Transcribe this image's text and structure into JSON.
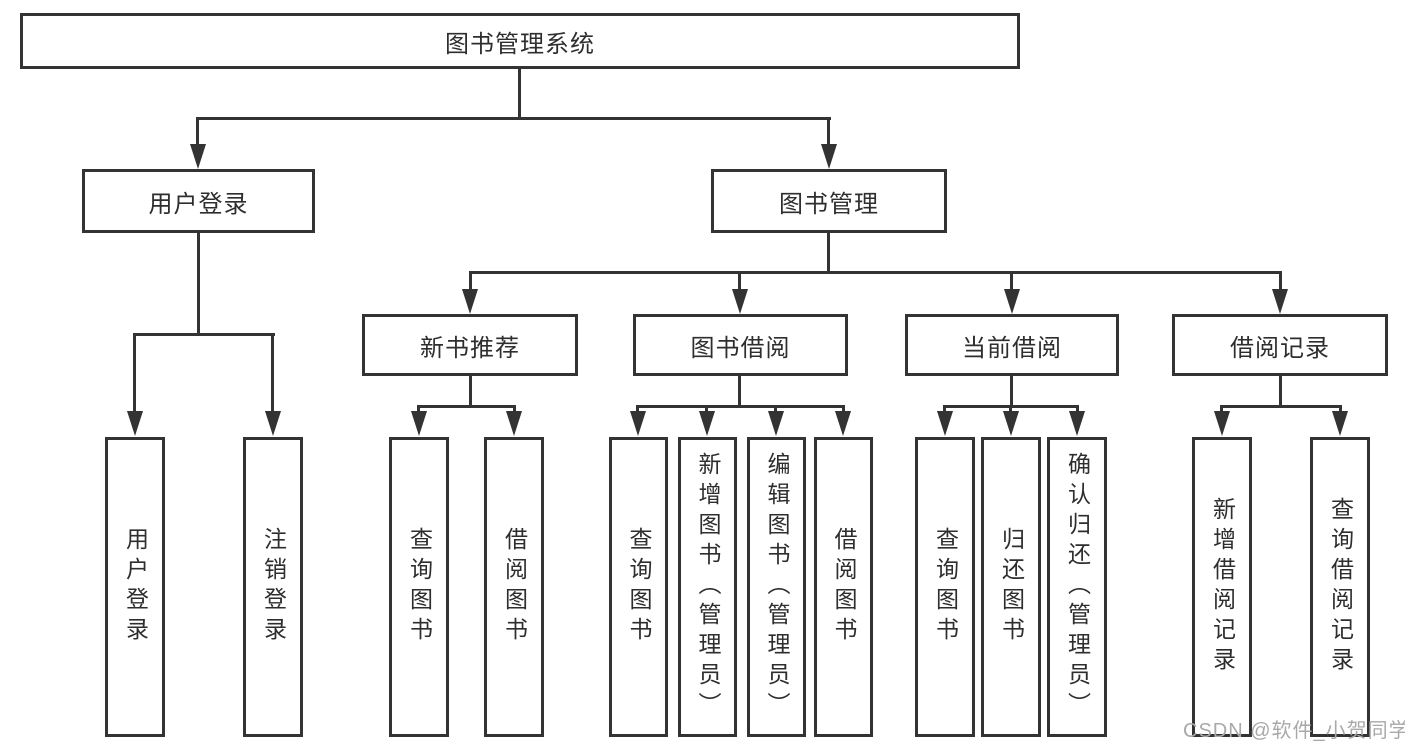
{
  "diagram": {
    "root": {
      "label": "图书管理系统"
    },
    "branches": [
      {
        "label": "用户登录",
        "leaves": [
          "用户登录",
          "注销登录"
        ]
      },
      {
        "label": "图书管理",
        "groups": [
          {
            "label": "新书推荐",
            "leaves": [
              "查询图书",
              "借阅图书"
            ]
          },
          {
            "label": "图书借阅",
            "leaves": [
              "查询图书",
              "新增图书（管理员）",
              "编辑图书（管理员）",
              "借阅图书"
            ]
          },
          {
            "label": "当前借阅",
            "leaves": [
              "查询图书",
              "归还图书",
              "确认归还（管理员）"
            ]
          },
          {
            "label": "借阅记录",
            "leaves": [
              "新增借阅记录",
              "查询借阅记录"
            ]
          }
        ]
      }
    ]
  },
  "watermark": {
    "text": "CSDN @软件_小贺同学"
  },
  "colors": {
    "line": "#333333",
    "text": "#2e2e2e",
    "watermark": "#a9a9a9",
    "background": "#ffffff"
  }
}
